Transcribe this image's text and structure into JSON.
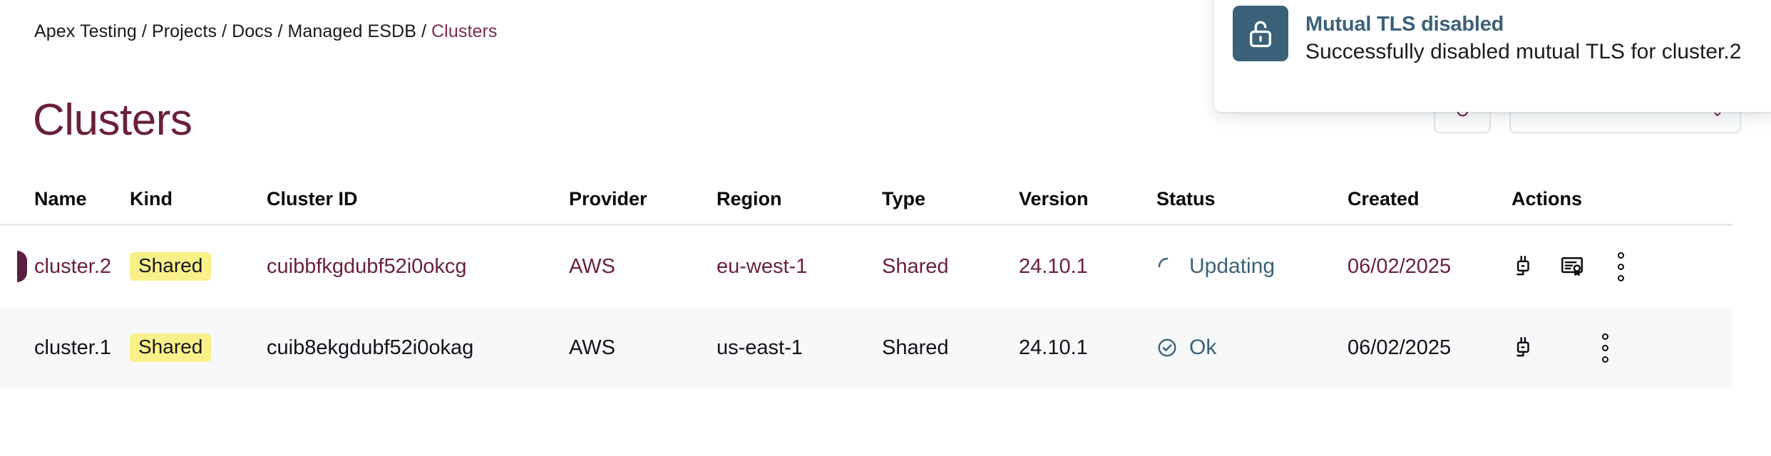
{
  "breadcrumb": {
    "items": [
      "Apex Testing",
      "Projects",
      "Docs",
      "Managed ESDB"
    ],
    "separator": "/",
    "current": "Clusters"
  },
  "page": {
    "title": "Clusters"
  },
  "toolbar": {
    "refresh_glyph": "↻",
    "chevron_glyph": "⌄"
  },
  "toast": {
    "icon": "unlock-icon",
    "title": "Mutual TLS disabled",
    "message": "Successfully disabled mutual TLS for cluster.2",
    "icon_bg": "#3b6178",
    "title_color": "#3b6178"
  },
  "table": {
    "columns": [
      "Name",
      "Kind",
      "Cluster ID",
      "Provider",
      "Region",
      "Type",
      "Version",
      "Status",
      "Created",
      "Actions"
    ],
    "rows": [
      {
        "name": "cluster.2",
        "kind": "Shared",
        "cluster_id": "cuibbfkgdubf52i0okcg",
        "provider": "AWS",
        "region": "eu-west-1",
        "type": "Shared",
        "version": "24.10.1",
        "status": "Updating",
        "status_icon": "spinner-icon",
        "created": "06/02/2025",
        "actions": [
          "connect-plug-icon",
          "certificate-icon",
          "more-options-icon"
        ],
        "highlighted": true,
        "marker": true
      },
      {
        "name": "cluster.1",
        "kind": "Shared",
        "cluster_id": "cuib8ekgdubf52i0okag",
        "provider": "AWS",
        "region": "us-east-1",
        "type": "Shared",
        "version": "24.10.1",
        "status": "Ok",
        "status_icon": "check-circle-icon",
        "created": "06/02/2025",
        "actions": [
          "connect-plug-icon",
          "more-options-icon"
        ],
        "highlighted": false,
        "marker": false
      }
    ]
  },
  "colors": {
    "accent_maroon": "#6b1f3c",
    "status_teal": "#3b6178",
    "badge_yellow": "#faf089",
    "row_alt_bg": "#f6f8fa"
  }
}
